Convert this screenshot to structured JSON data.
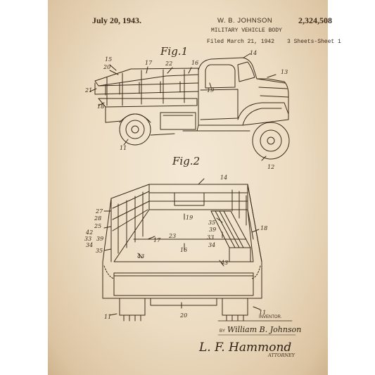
{
  "header": {
    "date": "July 20, 1943.",
    "inventor": "W. B. JOHNSON",
    "patent_number": "2,324,508",
    "subtitle": "MILITARY VEHICLE BODY",
    "filed": "Filed March 21, 1942",
    "sheets": "3 Sheets-Sheet 1"
  },
  "figures": {
    "fig1": "Fig.1",
    "fig2": "Fig.2"
  },
  "fig1_refs": {
    "r15": "15",
    "r20": "20",
    "r17": "17",
    "r22": "22",
    "r16": "16",
    "r14": "14",
    "r13": "13",
    "r21": "21",
    "r19": "19",
    "r18": "18",
    "r11": "11",
    "r12": "12"
  },
  "fig2_refs": {
    "r14": "14",
    "r27": "27",
    "r28": "28",
    "r25": "25",
    "r42": "42",
    "r33": "33",
    "r39": "39",
    "r34": "34",
    "r35": "35",
    "r19": "19",
    "r17": "17",
    "r23": "23",
    "r16": "16",
    "r43": "43",
    "r35b": "35",
    "r39b": "39",
    "r33b": "33",
    "r34b": "34",
    "r18": "18",
    "r43b": "43",
    "r11": "11",
    "r20": "20",
    "r11b": "11"
  },
  "signature": {
    "inventor_label": "INVENTOR.",
    "by_label": "BY",
    "inventor_name": "William B. Johnson",
    "attorney_signature": "L. F. Hammond",
    "attorney_label": "ATTORNEY"
  },
  "colors": {
    "paper": "#f0e2cc",
    "ink": "#3b2a1a",
    "edge": "#cfb38e"
  }
}
